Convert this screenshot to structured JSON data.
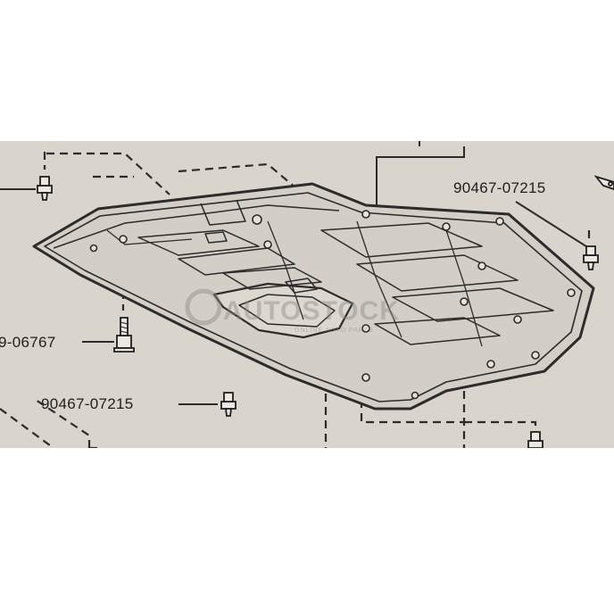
{
  "callouts": {
    "top_right": "90467-07215",
    "left_middle": "9-06767",
    "bottom_left": "90467-07215"
  },
  "watermark": {
    "main": "AUTOSTOCK",
    "sub": "ONLINE AUTO PARTS"
  }
}
